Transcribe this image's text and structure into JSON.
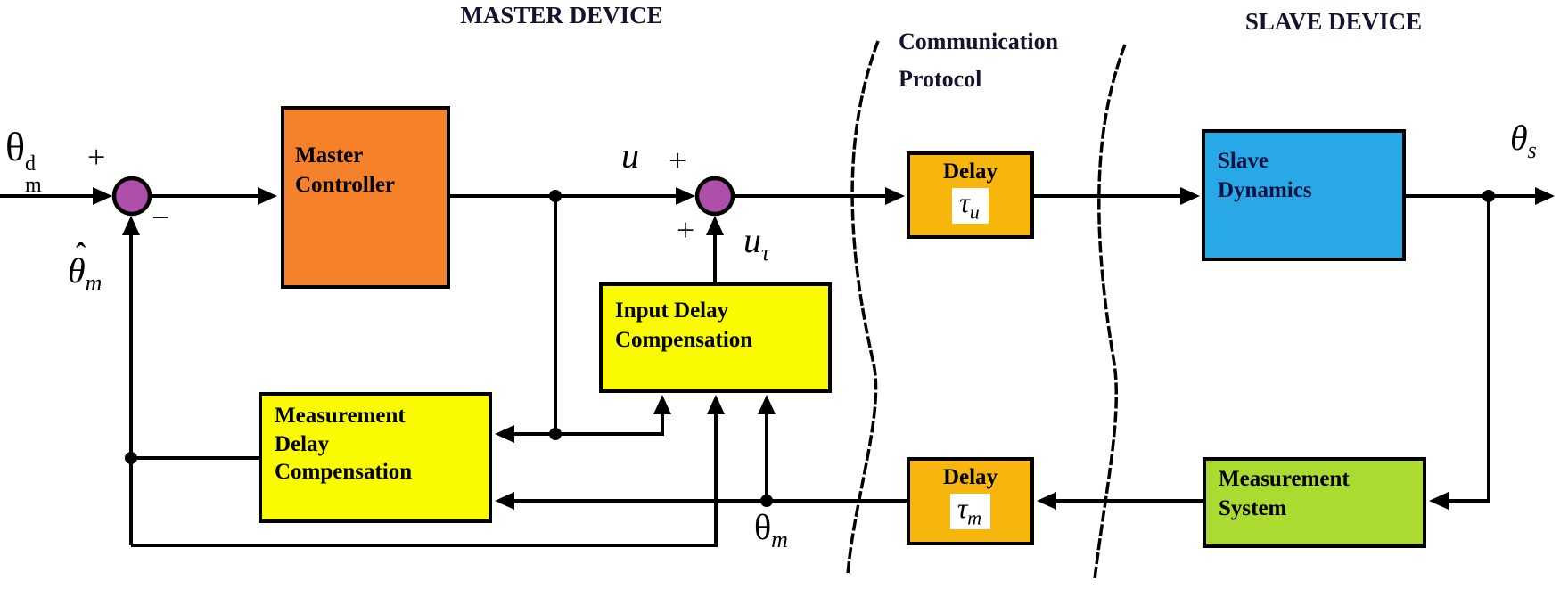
{
  "titles": {
    "master_device": "MASTER DEVICE",
    "slave_device": "SLAVE DEVICE",
    "communication_protocol": "Communication\nProtocol"
  },
  "blocks": {
    "master_controller": {
      "label": "Master\nController",
      "fill": "#F5822B"
    },
    "input_delay_compensation": {
      "label": "Input Delay\nCompensation",
      "fill": "#FBFB00"
    },
    "measurement_delay_compensation": {
      "label": "Measurement\nDelay\nCompensation",
      "fill": "#FBFB00"
    },
    "delay_u": {
      "label": "Delay",
      "tau": "τ",
      "tau_sub": "u",
      "fill": "#F6B60D"
    },
    "delay_m": {
      "label": "Delay",
      "tau": "τ",
      "tau_sub": "m",
      "fill": "#F6B60D"
    },
    "slave_dynamics": {
      "label": "Slave\nDynamics",
      "fill": "#29A8E8"
    },
    "measurement_system": {
      "label": "Measurement\nSystem",
      "fill": "#ABDB30"
    }
  },
  "signals": {
    "theta_m_d": {
      "base": "θ",
      "sup": "d",
      "sub": "m"
    },
    "theta_m_hat": {
      "base": "θ",
      "hat": "ˆ",
      "sub": "m"
    },
    "u": {
      "base": "u"
    },
    "u_tau": {
      "base": "u",
      "sub": "τ"
    },
    "theta_m": {
      "base": "θ",
      "sub": "m"
    },
    "theta_s": {
      "base": "θ",
      "sub": "s"
    }
  },
  "operators": {
    "sum1_plus": "+",
    "sum1_minus": "−",
    "sum2_plus_left": "+",
    "sum2_plus_bottom": "+"
  },
  "colors": {
    "summing_junction_fill": "#B04FAA",
    "line": "#000000",
    "heading_text": "#14142E"
  }
}
